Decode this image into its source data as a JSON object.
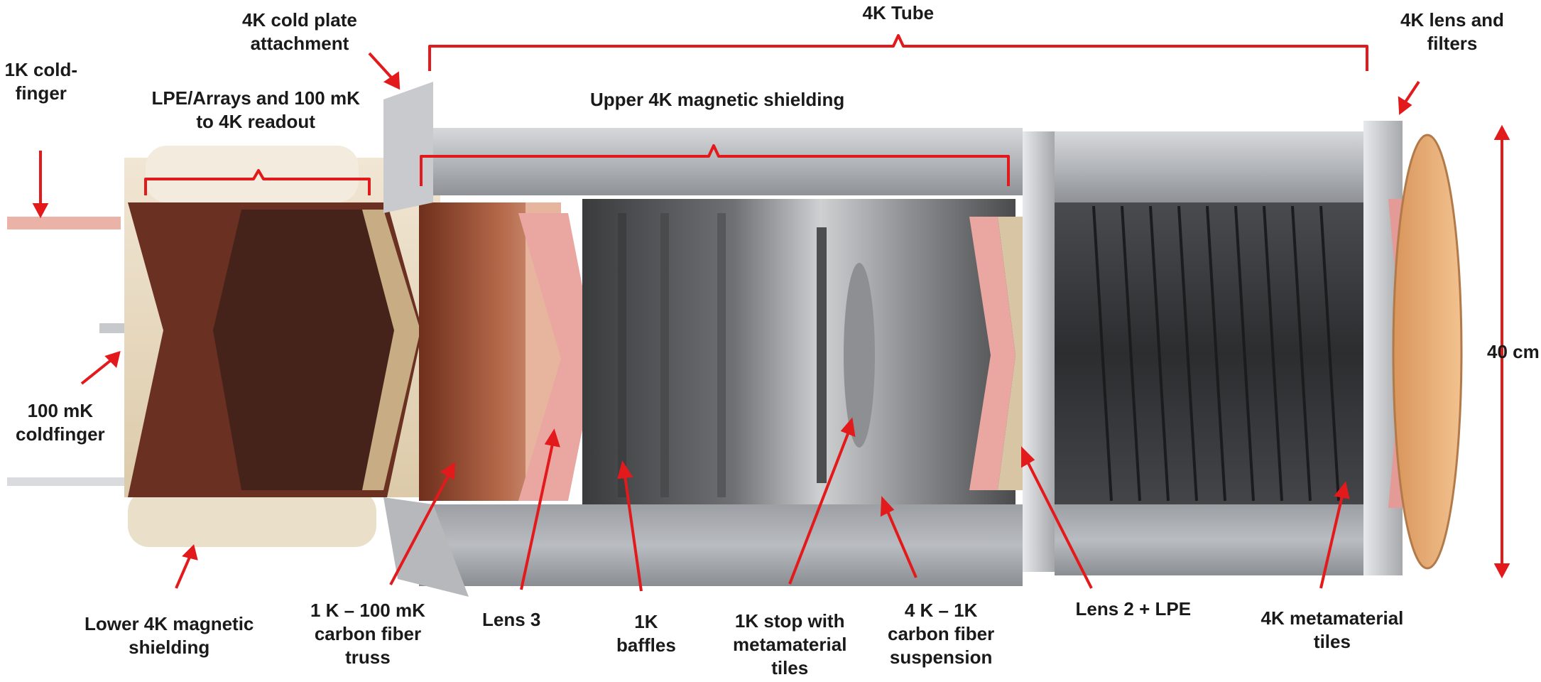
{
  "figure": {
    "labels": {
      "coldfinger_1k": [
        "1K cold-",
        "finger"
      ],
      "lpe_arrays": [
        "LPE/Arrays and 100 mK",
        "to 4K readout"
      ],
      "cold_plate": [
        "4K cold plate",
        "attachment"
      ],
      "tube_4k": [
        "4K Tube"
      ],
      "lens_filters_4k": [
        "4K lens and",
        "filters"
      ],
      "upper_shield": [
        "Upper 4K magnetic shielding"
      ],
      "coldfinger_100mk": [
        "100 mK",
        "coldfinger"
      ],
      "dimension": [
        "40 cm"
      ],
      "lower_shield": [
        "Lower 4K magnetic",
        "shielding"
      ],
      "truss": [
        "1 K – 100 mK",
        "carbon fiber",
        "truss"
      ],
      "lens3": [
        "Lens 3"
      ],
      "baffles": [
        "1K",
        "baffles"
      ],
      "stop": [
        "1K stop with",
        "metamaterial",
        "tiles"
      ],
      "suspension": [
        "4 K – 1K",
        "carbon fiber",
        "suspension"
      ],
      "lens2": [
        "Lens 2 + LPE"
      ],
      "tiles_4k": [
        "4K metamaterial",
        "tiles"
      ]
    },
    "colors": {
      "annotation": "#e31a1c",
      "text": "#1a1a1a",
      "tube": "#a9acb0",
      "copper": "#b4684a",
      "lens": "#e8a3a0",
      "end_lens": "#e9b07a"
    }
  }
}
